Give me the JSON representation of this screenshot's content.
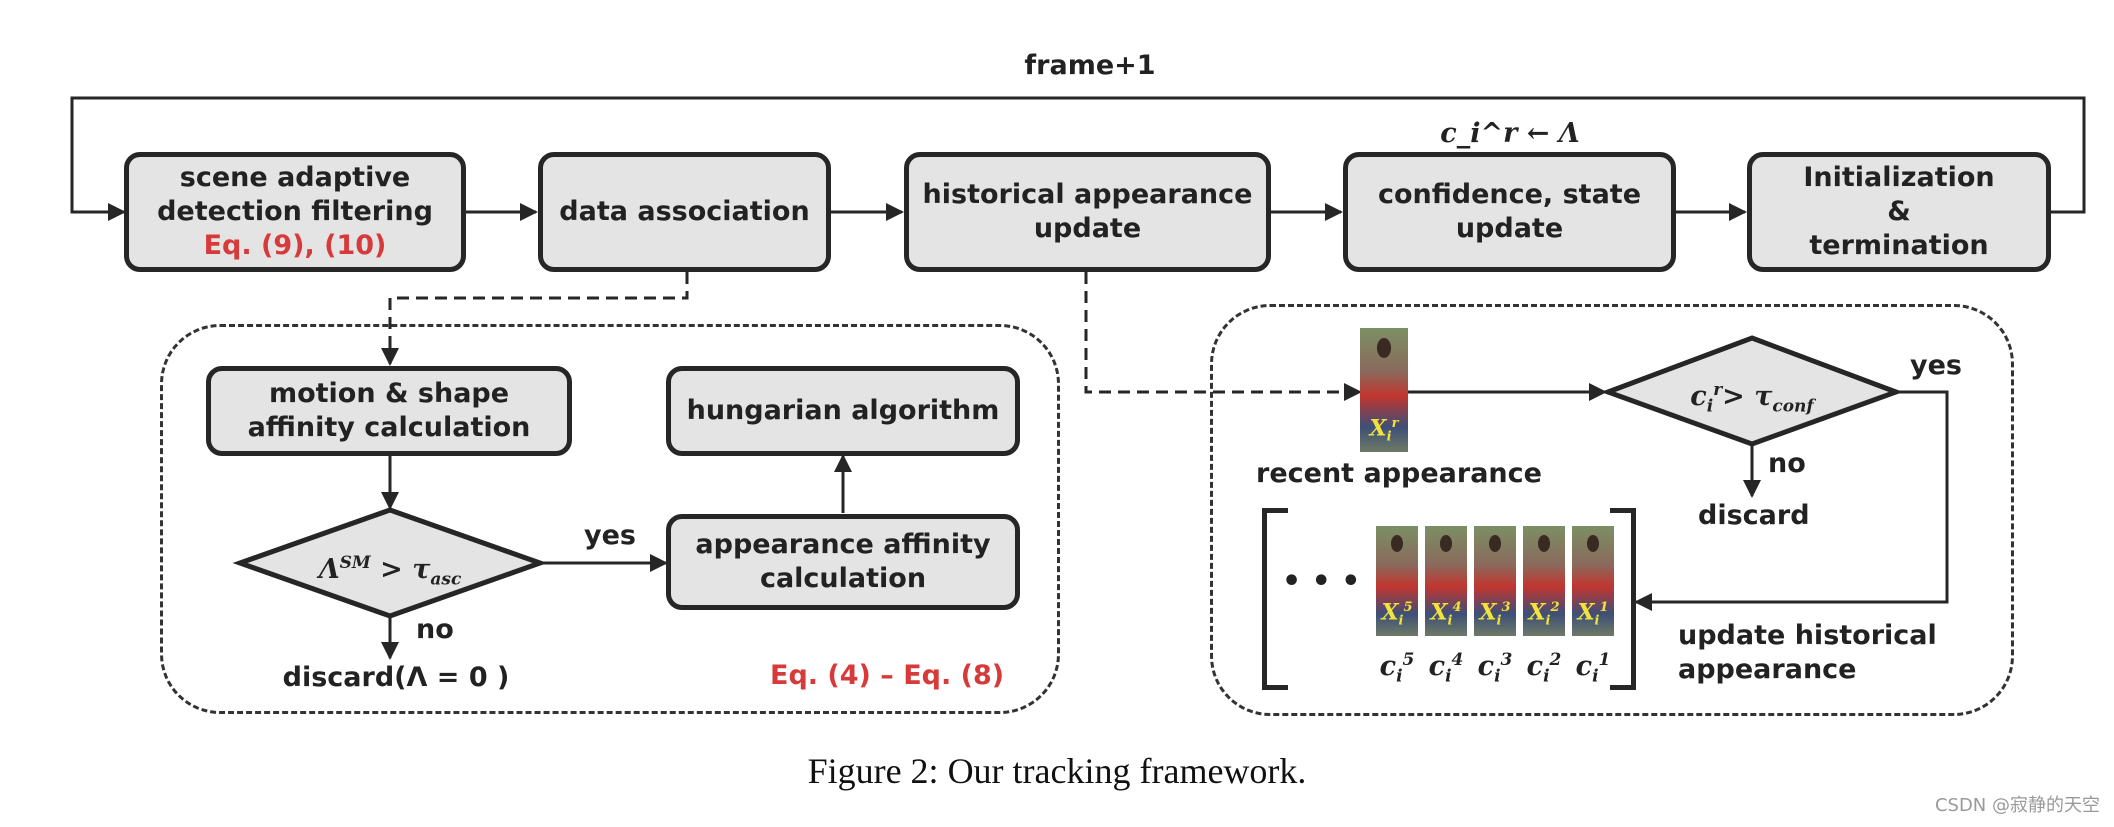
{
  "top_loop": {
    "label": "frame+1",
    "assignment": "c_i^r ← Λ"
  },
  "pipeline": {
    "scene_filter": {
      "line1": "scene adaptive",
      "line2": "detection filtering",
      "eq": "Eq. (9), (10)"
    },
    "data_association": {
      "label": "data association"
    },
    "historical_update": {
      "line1": "historical appearance",
      "line2": "update"
    },
    "confidence_update": {
      "line1": "confidence, state",
      "line2": "update"
    },
    "init_term": {
      "line1": "Initialization",
      "line2": "&",
      "line3": "termination"
    }
  },
  "association_panel": {
    "motion_shape": {
      "line1": "motion & shape",
      "line2": "affinity calculation"
    },
    "hungarian": {
      "label": "hungarian algorithm"
    },
    "appearance_affinity": {
      "line1": "appearance affinity",
      "line2": "calculation"
    },
    "decision": {
      "symbol": "Λ",
      "superscript": "SM",
      "op": " > ",
      "tau": "τ",
      "subscript": "asc"
    },
    "yes_label": "yes",
    "no_label": "no",
    "discard_label": "discard(Λ = 0 )",
    "eq_label": "Eq. (4) – Eq. (8)"
  },
  "appearance_panel": {
    "recent_label": "recent appearance",
    "recent_tag": {
      "base": "X",
      "sub": "i",
      "sup": "r"
    },
    "decision": {
      "c": "c",
      "sub": "i",
      "sup": "r",
      "op": "> ",
      "tau": "τ",
      "tau_sub": "conf"
    },
    "yes_label": "yes",
    "no_label": "no",
    "discard_label": "discard",
    "ellipsis": "• • •",
    "history": [
      {
        "tag": "X",
        "sub": "i",
        "sup": "5",
        "c_sup": "5"
      },
      {
        "tag": "X",
        "sub": "i",
        "sup": "4",
        "c_sup": "4"
      },
      {
        "tag": "X",
        "sub": "i",
        "sup": "3",
        "c_sup": "3"
      },
      {
        "tag": "X",
        "sub": "i",
        "sup": "2",
        "c_sup": "2"
      },
      {
        "tag": "X",
        "sub": "i",
        "sup": "1",
        "c_sup": "1"
      }
    ],
    "c_base": "c",
    "c_sub": "i",
    "update_label_line1": "update historical",
    "update_label_line2": "appearance"
  },
  "caption": "Figure 2: Our tracking framework.",
  "watermark": "CSDN @寂静的天空"
}
